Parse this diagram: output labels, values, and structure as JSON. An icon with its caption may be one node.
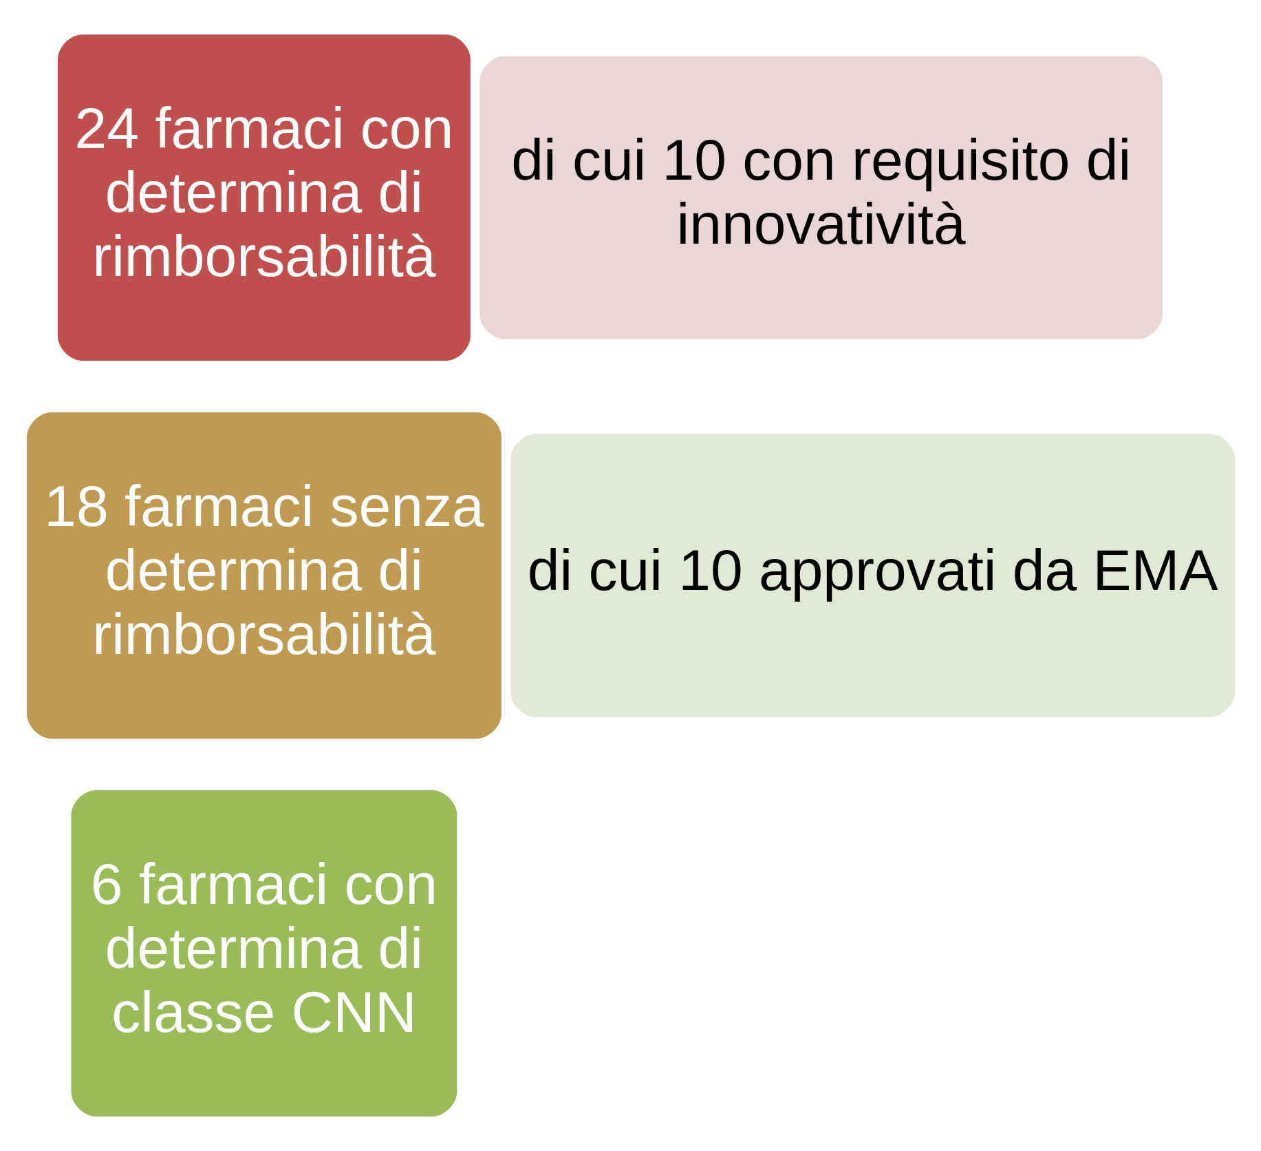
{
  "diagram": {
    "nodes": [
      {
        "text": [
          "24 farmaci con determina di rimborsabilità"
        ]
      },
      {
        "text": [
          "di cui 10 con requisito di innovatività"
        ]
      },
      {
        "text": [
          "18 farmaci senza determina di rimborsabilità"
        ]
      },
      {
        "text": [
          "di cui 10 approvati da EMA"
        ]
      },
      {
        "text": [
          "6 farmaci con determina di classe CNN"
        ]
      }
    ],
    "edges": []
  }
}
